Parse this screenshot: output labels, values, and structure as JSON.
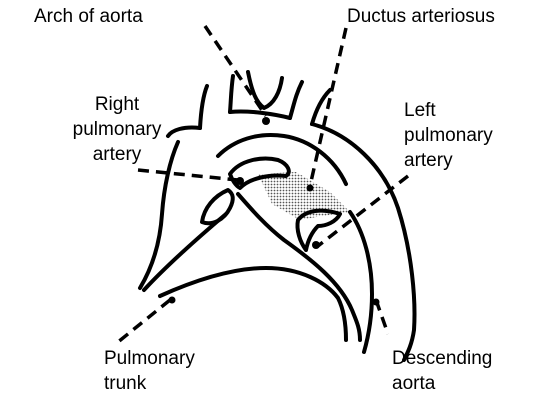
{
  "colors": {
    "ink": "#000000",
    "ductus_fill": "#9a9a9a",
    "background": "#ffffff"
  },
  "labels": {
    "arch_of_aorta": "Arch of aorta",
    "ductus_arteriosus": "Ductus arteriosus",
    "right_pulmonary_artery": {
      "line1": "Right",
      "line2": "pulmonary",
      "line3": "artery"
    },
    "left_pulmonary_artery": {
      "line1": "Left",
      "line2": "pulmonary",
      "line3": "artery"
    },
    "pulmonary_trunk": {
      "line1": "Pulmonary",
      "line2": "trunk"
    },
    "descending_aorta": {
      "line1": "Descending",
      "line2": "aorta"
    }
  }
}
